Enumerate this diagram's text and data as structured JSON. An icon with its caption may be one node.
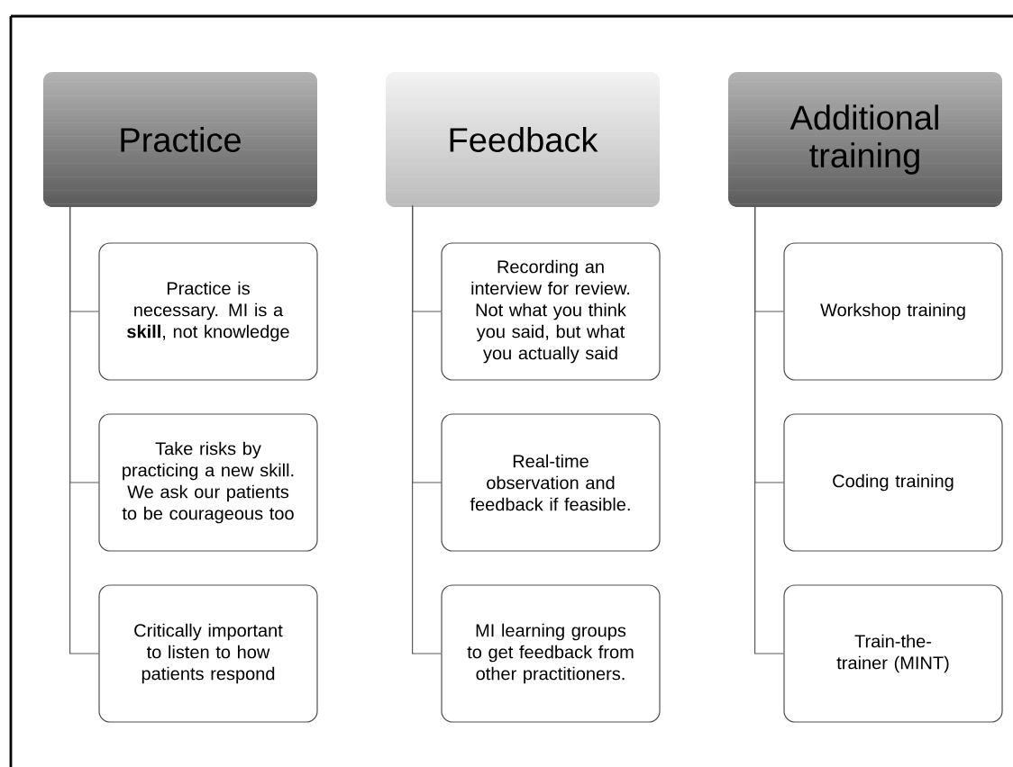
{
  "diagram": {
    "nodes": [
      {
        "text": [
          "Practice"
        ]
      },
      {
        "text": [
          "Practice is necessary. MI is a **skill**, not knowledge"
        ]
      },
      {
        "text": [
          "Take risks by practicing a new skill. We ask our patients to be courageous too"
        ]
      },
      {
        "text": [
          "Critically important to listen to how patients respond"
        ]
      },
      {
        "text": [
          "Feedback"
        ]
      },
      {
        "text": [
          "Recording an interview for review. Not what you think you said, but what you actually said"
        ]
      },
      {
        "text": [
          "Real-time observation and feedback if feasible."
        ]
      },
      {
        "text": [
          "MI learning groups to get feedback from other practitioners."
        ]
      },
      {
        "text": [
          "Additional training"
        ]
      },
      {
        "text": [
          "Workshop training"
        ]
      },
      {
        "text": [
          "Coding training"
        ]
      },
      {
        "text": [
          "Train-the-trainer (MINT)"
        ]
      }
    ],
    "edges": [
      {
        "from": 0,
        "to": 1,
        "arrow": "none"
      },
      {
        "from": 0,
        "to": 2,
        "arrow": "none"
      },
      {
        "from": 0,
        "to": 3,
        "arrow": "none"
      },
      {
        "from": 4,
        "to": 5,
        "arrow": "none"
      },
      {
        "from": 4,
        "to": 6,
        "arrow": "none"
      },
      {
        "from": 4,
        "to": 7,
        "arrow": "none"
      },
      {
        "from": 8,
        "to": 9,
        "arrow": "none"
      },
      {
        "from": 8,
        "to": 10,
        "arrow": "none"
      },
      {
        "from": 8,
        "to": 11,
        "arrow": "none"
      }
    ]
  }
}
